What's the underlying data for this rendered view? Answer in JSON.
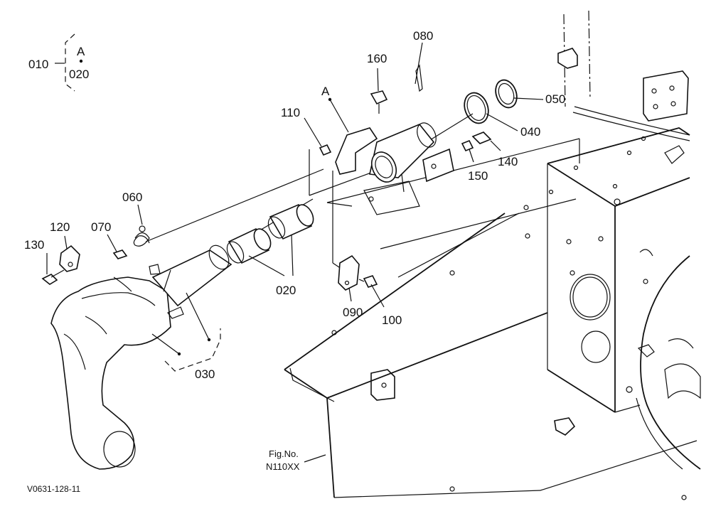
{
  "labels": {
    "p010": "010",
    "pA_group": "A",
    "p020_group": "020",
    "p080": "080",
    "p160": "160",
    "pA": "A",
    "p110": "110",
    "p050": "050",
    "p040": "040",
    "p140": "140",
    "p150": "150",
    "p060": "060",
    "p120": "120",
    "p070": "070",
    "p130": "130",
    "p020": "020",
    "p090": "090",
    "p100": "100",
    "p030": "030"
  },
  "figure_ref": {
    "line1": "Fig.No.",
    "line2": "N110XX"
  },
  "drawing_code": "V0631-128-11"
}
